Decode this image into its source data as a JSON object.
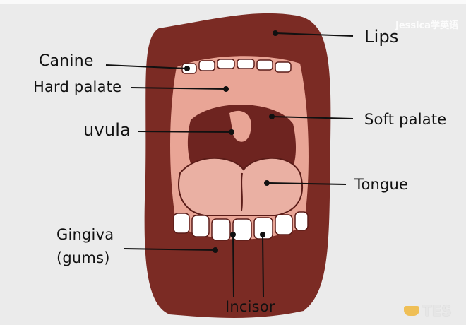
{
  "title": "Mouth anatomy",
  "labels": {
    "lips": "Lips",
    "canine": "Canine",
    "hard_palate": "Hard palate",
    "uvula": "uvula",
    "soft_palate": "Soft palate",
    "tongue": "Tongue",
    "gingiva": "Gingiva",
    "gums": "(gums)",
    "incisor": "Incisor"
  },
  "watermark": "Jessica学英语",
  "logo_text": "TES",
  "colors": {
    "lips": "#7b2b24",
    "cavity": "#e9a596",
    "throat": "#6e2420",
    "teeth": "#ffffff",
    "background": "#ebebeb"
  }
}
